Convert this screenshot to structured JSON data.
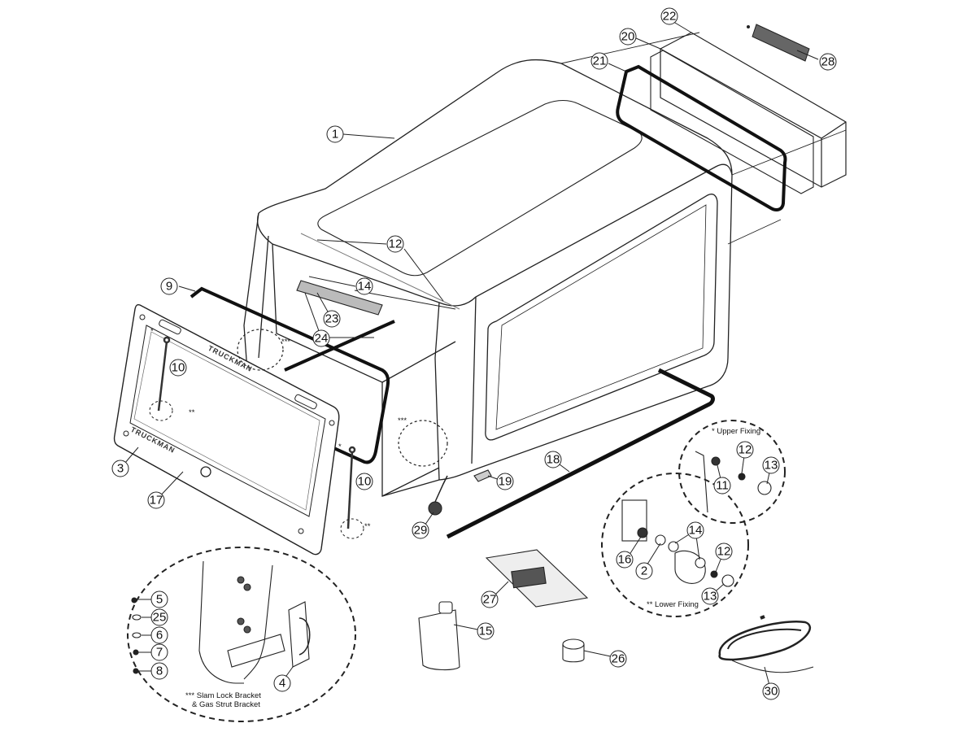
{
  "callouts": [
    {
      "id": "c1",
      "label": "1"
    },
    {
      "id": "c22",
      "label": "22"
    },
    {
      "id": "c20",
      "label": "20"
    },
    {
      "id": "c21",
      "label": "21"
    },
    {
      "id": "c28",
      "label": "28"
    },
    {
      "id": "c12a",
      "label": "12"
    },
    {
      "id": "c9",
      "label": "9"
    },
    {
      "id": "c14a",
      "label": "14"
    },
    {
      "id": "c23",
      "label": "23"
    },
    {
      "id": "c24",
      "label": "24"
    },
    {
      "id": "c10a",
      "label": "10"
    },
    {
      "id": "c10b",
      "label": "10"
    },
    {
      "id": "c3",
      "label": "3"
    },
    {
      "id": "c17",
      "label": "17"
    },
    {
      "id": "c29",
      "label": "29"
    },
    {
      "id": "c19",
      "label": "19"
    },
    {
      "id": "c18",
      "label": "18"
    },
    {
      "id": "c12b",
      "label": "12"
    },
    {
      "id": "c13a",
      "label": "13"
    },
    {
      "id": "c11",
      "label": "11"
    },
    {
      "id": "c14b",
      "label": "14"
    },
    {
      "id": "c16",
      "label": "16"
    },
    {
      "id": "c2",
      "label": "2"
    },
    {
      "id": "c12c",
      "label": "12"
    },
    {
      "id": "c13b",
      "label": "13"
    },
    {
      "id": "c27",
      "label": "27"
    },
    {
      "id": "c15",
      "label": "15"
    },
    {
      "id": "c26",
      "label": "26"
    },
    {
      "id": "c30",
      "label": "30"
    },
    {
      "id": "c5",
      "label": "5"
    },
    {
      "id": "c25",
      "label": "25"
    },
    {
      "id": "c6",
      "label": "6"
    },
    {
      "id": "c7",
      "label": "7"
    },
    {
      "id": "c8",
      "label": "8"
    },
    {
      "id": "c4",
      "label": "4"
    }
  ],
  "notes": {
    "upper_fixing": "* Upper Fixing",
    "lower_fixing": "** Lower Fixing",
    "slam_lock_line1": "*** Slam Lock Bracket",
    "slam_lock_line2": "& Gas Strut Bracket",
    "triple_star": "***",
    "double_star": "**",
    "single_star": "*"
  },
  "brand": {
    "name": "TRUCKMAN"
  }
}
